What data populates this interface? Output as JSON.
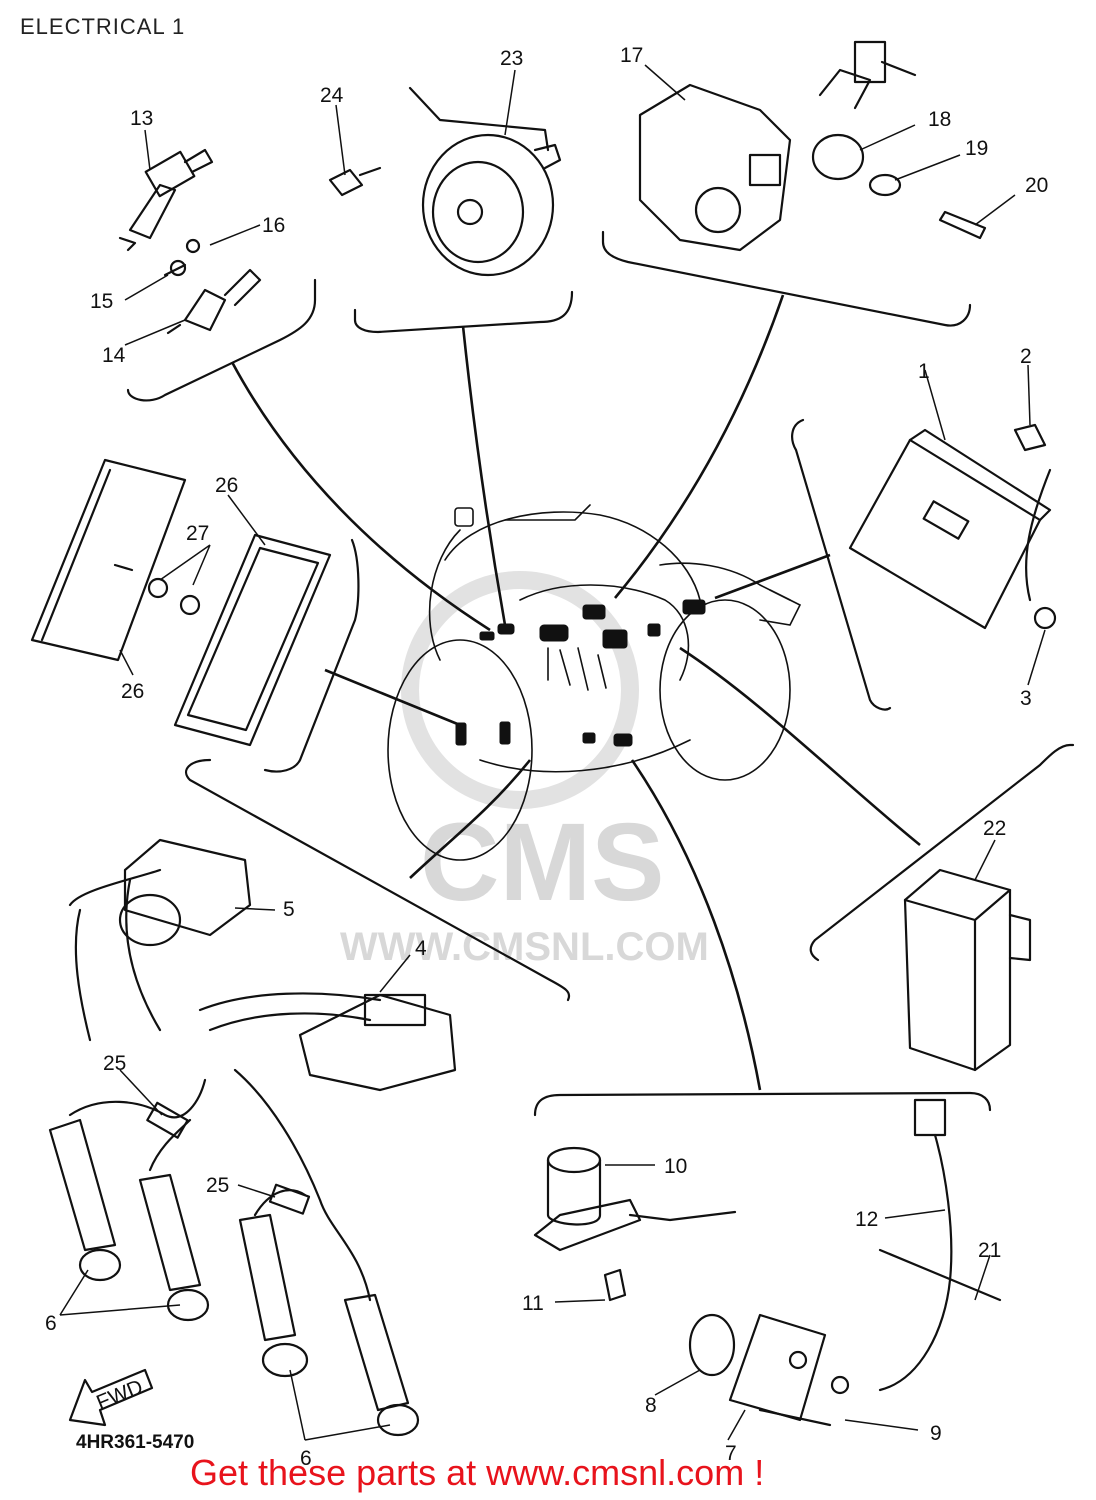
{
  "header": {
    "title": "ELECTRICAL 1"
  },
  "footer": {
    "diagram_code": "4HR361-5470",
    "promo": "Get these parts at www.cmsnl.com !"
  },
  "watermark": {
    "brand": "CMS",
    "url": "WWW.CMSNL.COM"
  },
  "fwd_arrow_label": "FWD",
  "callouts": {
    "c1": "1",
    "c2": "2",
    "c3": "3",
    "c4": "4",
    "c5": "5",
    "c6a": "6",
    "c6b": "6",
    "c7": "7",
    "c8": "8",
    "c9": "9",
    "c10": "10",
    "c11": "11",
    "c12": "12",
    "c13": "13",
    "c14": "14",
    "c15": "15",
    "c16": "16",
    "c17": "17",
    "c18": "18",
    "c19": "19",
    "c20": "20",
    "c21": "21",
    "c22": "22",
    "c23": "23",
    "c24": "24",
    "c25a": "25",
    "c25b": "25",
    "c26a": "26",
    "c26b": "26",
    "c27": "27"
  },
  "colors": {
    "line": "#111111",
    "promo": "#e8131c",
    "watermark": "#d8d8d8"
  }
}
